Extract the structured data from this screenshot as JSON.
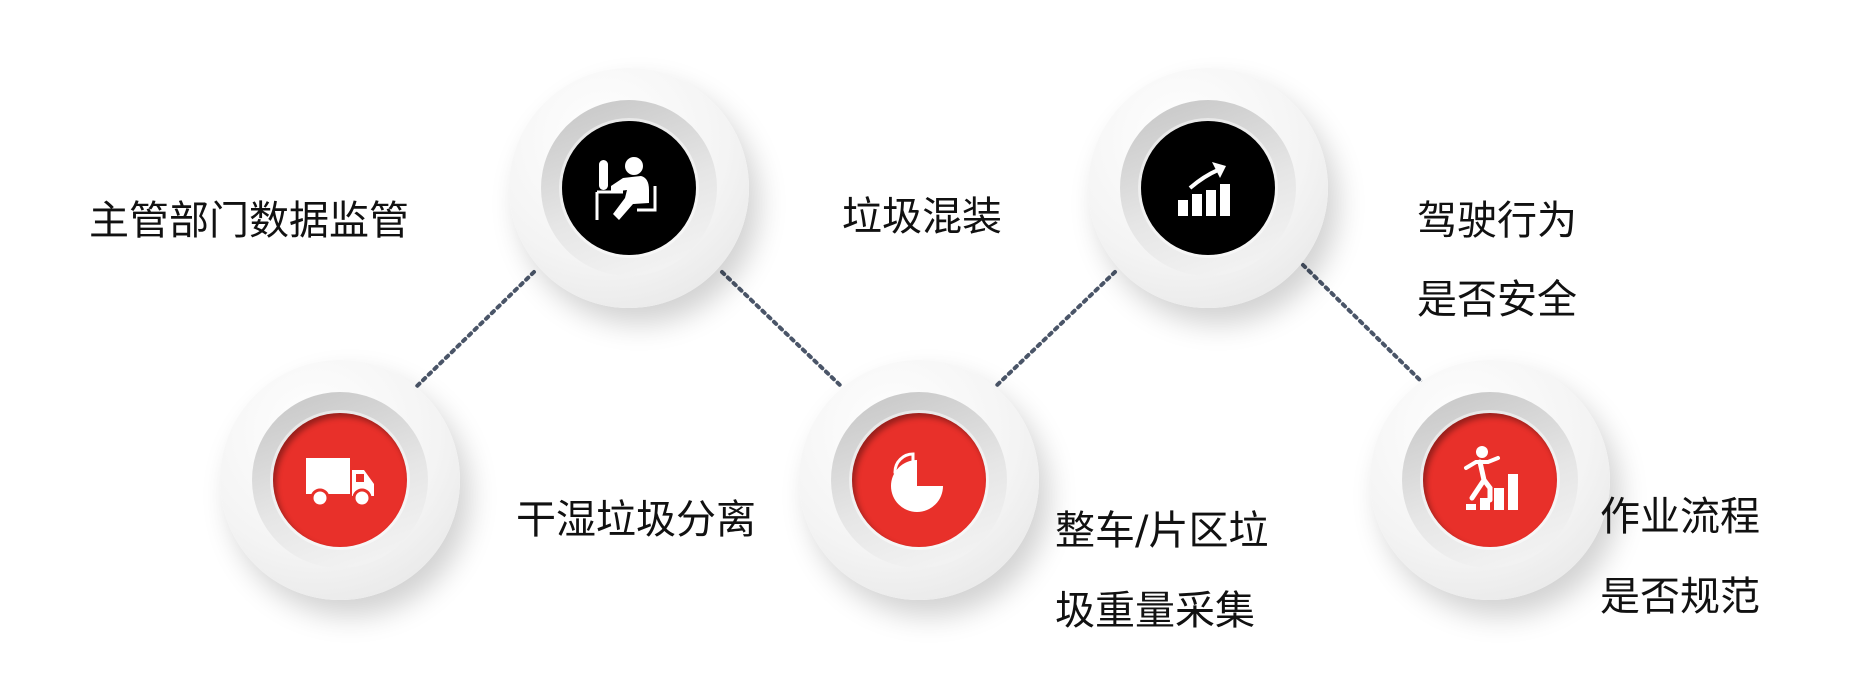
{
  "nodes": [
    {
      "id": "supervision",
      "icon": "person-at-desk-icon",
      "color": "#000000",
      "label_lines": [
        "主管部门数据监管"
      ]
    },
    {
      "id": "mixed",
      "icon": "rising-bars-arrow-icon",
      "color": "#000000",
      "label_lines": [
        "垃圾混装"
      ]
    },
    {
      "id": "truck",
      "icon": "truck-icon",
      "color": "#e8302a",
      "label_lines": [
        "干湿垃圾分离"
      ]
    },
    {
      "id": "weight",
      "icon": "pie-chart-icon",
      "color": "#e8302a",
      "label_lines": [
        "整车/片区垃",
        "圾重量采集"
      ]
    },
    {
      "id": "process",
      "icon": "person-climbing-stairs-icon",
      "color": "#e8302a",
      "label_lines": [
        "作业流程",
        "是否规范"
      ]
    }
  ],
  "extra_labels": {
    "driving": [
      "驾驶行为",
      "是否安全"
    ]
  },
  "colors": {
    "accent_red": "#e8302a",
    "dots": "#4a5568"
  }
}
